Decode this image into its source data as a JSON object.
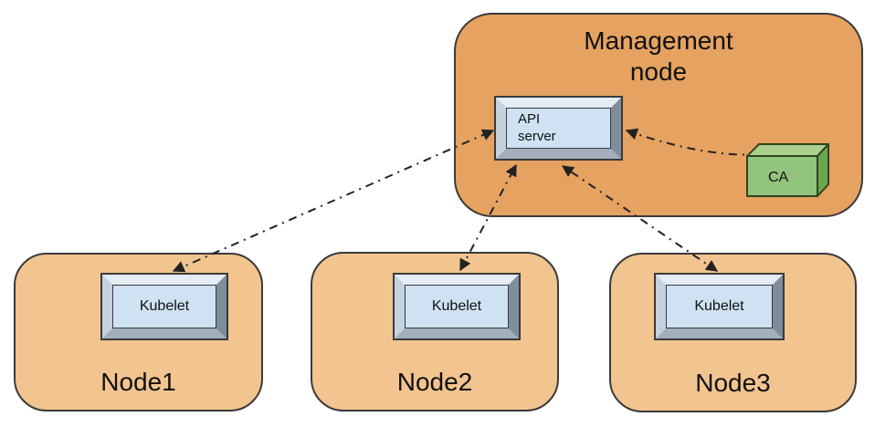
{
  "management_node": {
    "title_lines": [
      "Management",
      "node"
    ],
    "api_server": {
      "label_lines": [
        "API",
        "server"
      ]
    },
    "ca": {
      "label": "CA"
    }
  },
  "worker_nodes": [
    {
      "label": "Node1",
      "component": "Kubelet"
    },
    {
      "label": "Node2",
      "component": "Kubelet"
    },
    {
      "label": "Node3",
      "component": "Kubelet"
    }
  ],
  "icons": [
    {
      "name": "bidirectional-dash-dot-arrow",
      "meaning": "secure communication link"
    }
  ],
  "colors": {
    "mgmt_fill": "#e6a261",
    "node_fill": "#f2c48f",
    "box_face": "#cfe2f3",
    "bevel_light": "#e4ecf4",
    "bevel_left": "#c4d1de",
    "bevel_right": "#7f8c9c",
    "bevel_bottom": "#a4afbc",
    "ca_front": "#93c47d",
    "ca_top": "#a9d08e",
    "ca_side": "#6aa84f",
    "ca_stroke": "#31421d",
    "outline": "#3a3a3a",
    "arrow": "#222222",
    "text": "#111111",
    "background": "#ffffff"
  }
}
